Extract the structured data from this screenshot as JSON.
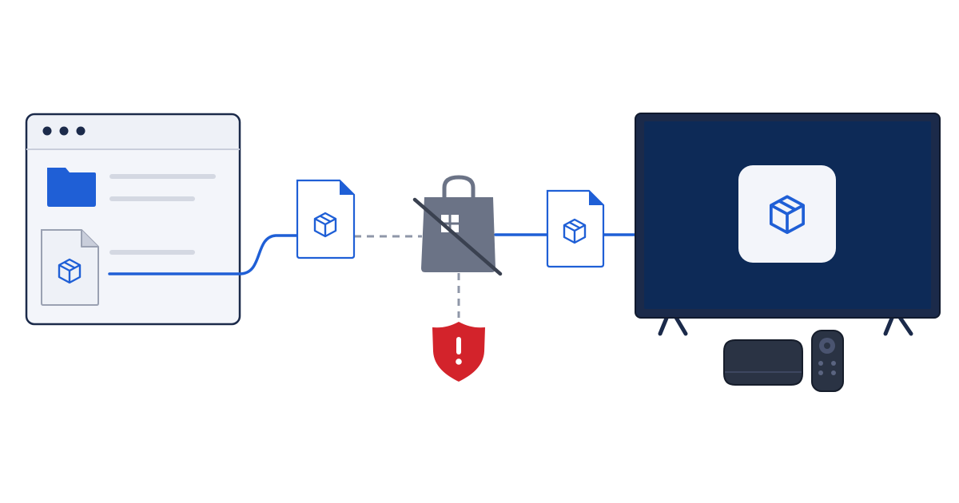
{
  "colors": {
    "background": "#ffffff",
    "accent_blue": "#1f5fd6",
    "navy": "#1b2a4a",
    "screen_navy": "#0d2a57",
    "store_gray": "#6b7386",
    "warning_red": "#d3232b",
    "light_panel": "#f3f5fa",
    "text_line_gray": "#d4d8e2",
    "device_dark": "#2a3344"
  },
  "nodes": {
    "browser_window": {
      "icon": "browser-window-icon",
      "controls": "three-dots"
    },
    "folder": {
      "icon": "folder-icon"
    },
    "source_package_file": {
      "icon": "package-file-icon"
    },
    "transfer_file_1": {
      "icon": "package-file-icon"
    },
    "app_store": {
      "icon": "store-bag-icon",
      "state": "blocked"
    },
    "security_warning": {
      "icon": "shield-alert-icon"
    },
    "transfer_file_2": {
      "icon": "package-file-icon"
    },
    "tv": {
      "icon": "tv-icon"
    },
    "installed_app": {
      "icon": "package-app-icon"
    },
    "streaming_box": {
      "icon": "streaming-box-icon"
    },
    "remote": {
      "icon": "remote-control-icon"
    }
  },
  "connections": [
    {
      "from": "source_package_file",
      "to": "transfer_file_1",
      "style": "solid"
    },
    {
      "from": "transfer_file_1",
      "to": "app_store",
      "style": "dashed"
    },
    {
      "from": "app_store",
      "to": "transfer_file_2",
      "style": "solid"
    },
    {
      "from": "app_store",
      "to": "security_warning",
      "style": "dashed"
    },
    {
      "from": "transfer_file_2",
      "to": "tv",
      "style": "arrow"
    }
  ]
}
